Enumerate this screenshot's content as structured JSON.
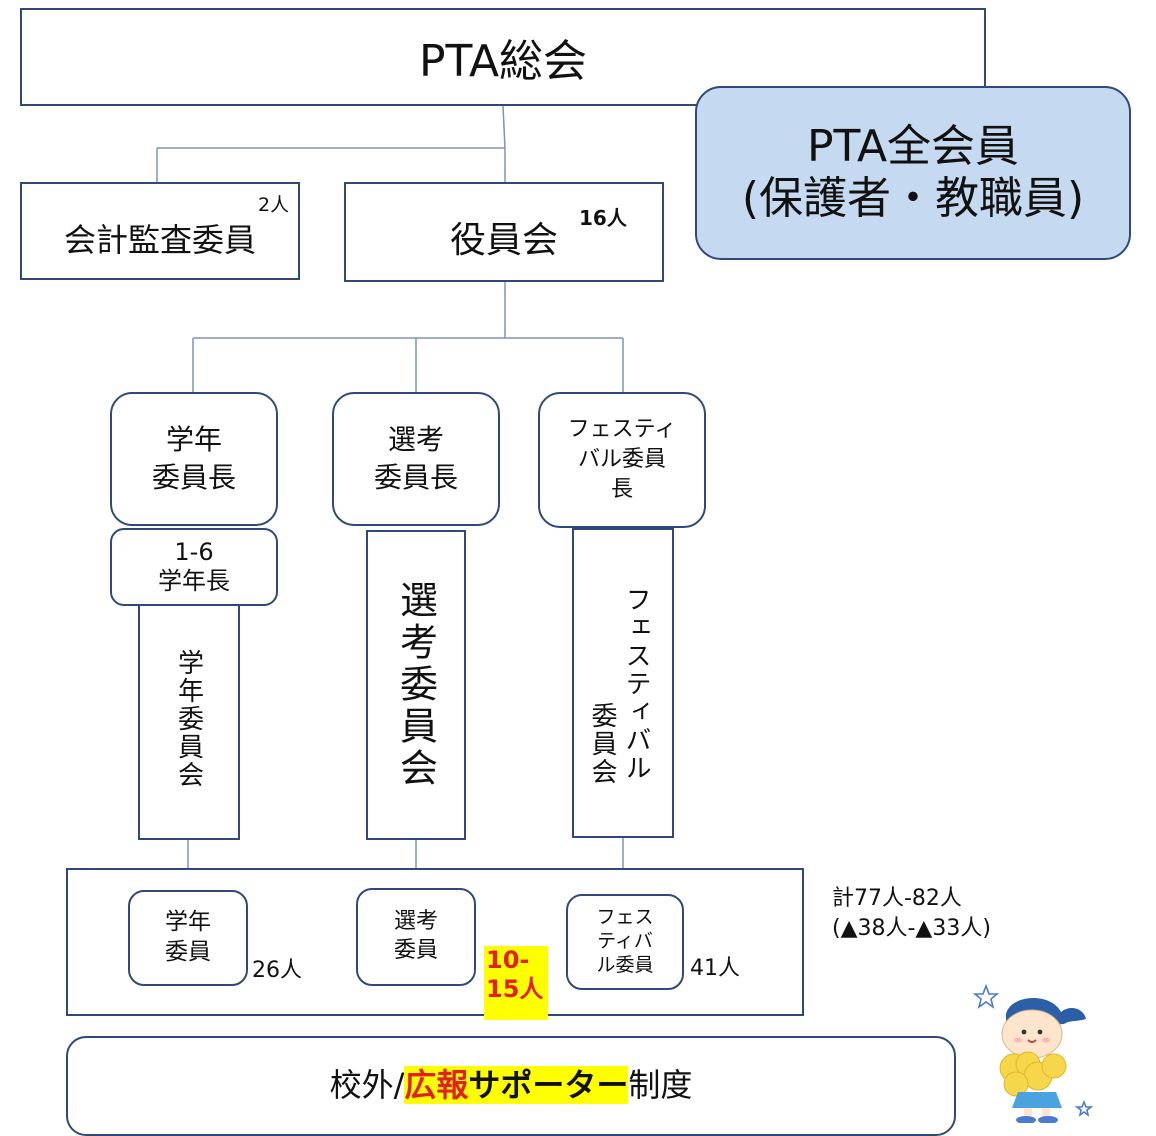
{
  "general_meeting": "PTA総会",
  "all_members": {
    "line1": "PTA全会員",
    "line2": "(保護者・教職員)"
  },
  "audit": {
    "label": "会計監査委員",
    "count": "2人"
  },
  "officers": {
    "label": "役員会",
    "count": "16人"
  },
  "chairs": {
    "grade": {
      "line1": "学年",
      "line2": "委員長"
    },
    "selection": {
      "line1": "選考",
      "line2": "委員長"
    },
    "festival": {
      "line1": "フェスティ",
      "line2": "バル委員",
      "line3": "長"
    }
  },
  "grade_leader": {
    "line1": "1-6",
    "line2": "学年長"
  },
  "committees": {
    "grade": "学年委員会",
    "selection": "選考委員会",
    "festival_col1": "フェスティバル",
    "festival_col2": "委員会"
  },
  "members": {
    "grade": {
      "line1": "学年",
      "line2": "委員",
      "count": "26人"
    },
    "selection": {
      "line1": "選考",
      "line2": "委員",
      "count_line1": "10-",
      "count_line2": "15人"
    },
    "festival": {
      "line1": "フェス",
      "line2": "ティバ",
      "line3": "ル委員",
      "count": "41人"
    }
  },
  "total": {
    "line1": "計77人-82人",
    "line2": "(▲38人-▲33人)"
  },
  "supporter": {
    "pre": "校外/",
    "hl1": "広報",
    "hl2": "サポーター",
    "post": "制度"
  },
  "colors": {
    "border": "#2f4a78",
    "all_members_fill": "#c5daf0",
    "highlight": "#ffff00",
    "red_text": "#e32020"
  }
}
